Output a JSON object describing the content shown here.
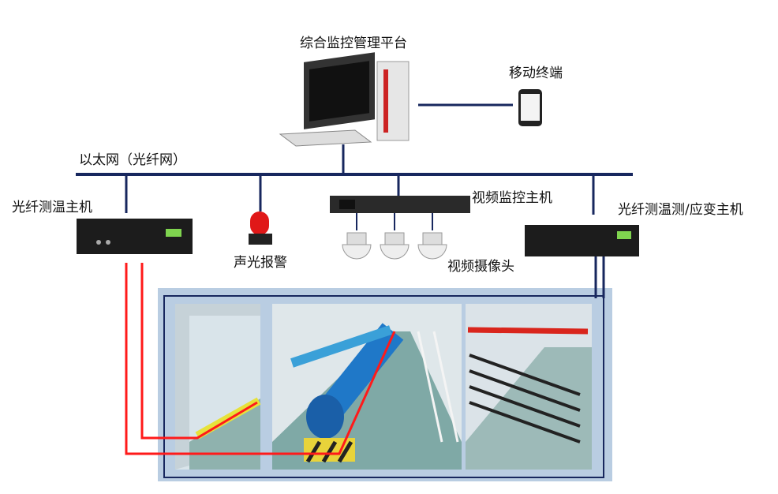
{
  "labels": {
    "platform": "综合监控管理平台",
    "mobile": "移动终端",
    "network": "以太网（光纤网）",
    "temp_host": "光纤测温主机",
    "alarm": "声光报警",
    "video_host": "视频监控主机",
    "camera": "视频摄像头",
    "strain_host": "光纤测温测/应变主机"
  },
  "colors": {
    "bus": "#17275e",
    "fiber": "#ff1a1a",
    "tunnel_bg": "#b9cde2"
  }
}
